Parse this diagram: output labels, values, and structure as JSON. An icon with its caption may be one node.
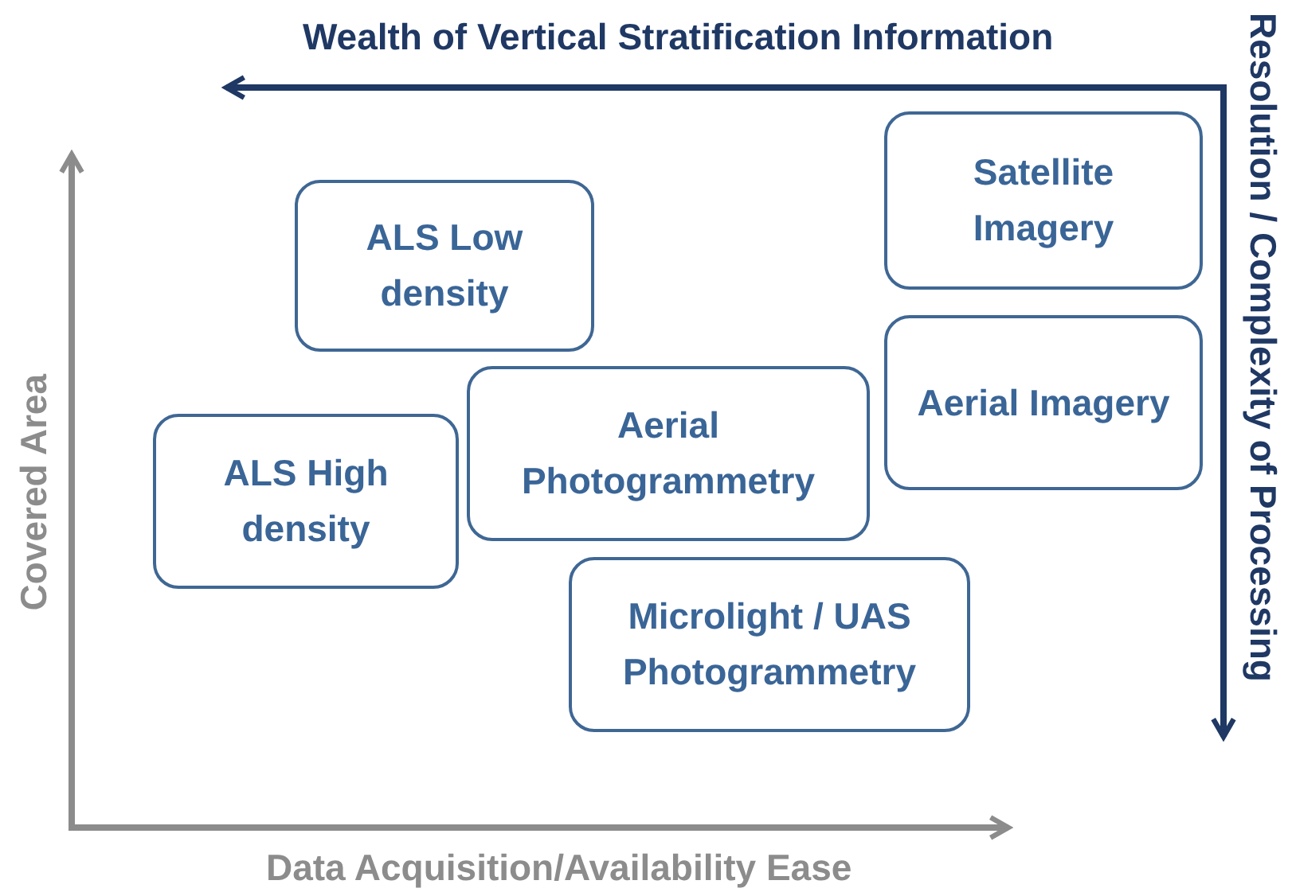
{
  "diagram": {
    "nodes": [
      {
        "text": [
          "Satellite Imagery"
        ]
      },
      {
        "text": [
          "ALS Low density"
        ]
      },
      {
        "text": [
          "Aerial Imagery"
        ]
      },
      {
        "text": [
          "Aerial Photogrammetry"
        ]
      },
      {
        "text": [
          "ALS High density"
        ]
      },
      {
        "text": [
          "Microlight / UAS Photogrammetry"
        ]
      }
    ],
    "edges": [],
    "labels": [
      "Wealth of Vertical Stratification Information",
      "Resolution / Complexity of Processing",
      "Covered Area",
      "Data Acquisition/Availability Ease"
    ]
  }
}
